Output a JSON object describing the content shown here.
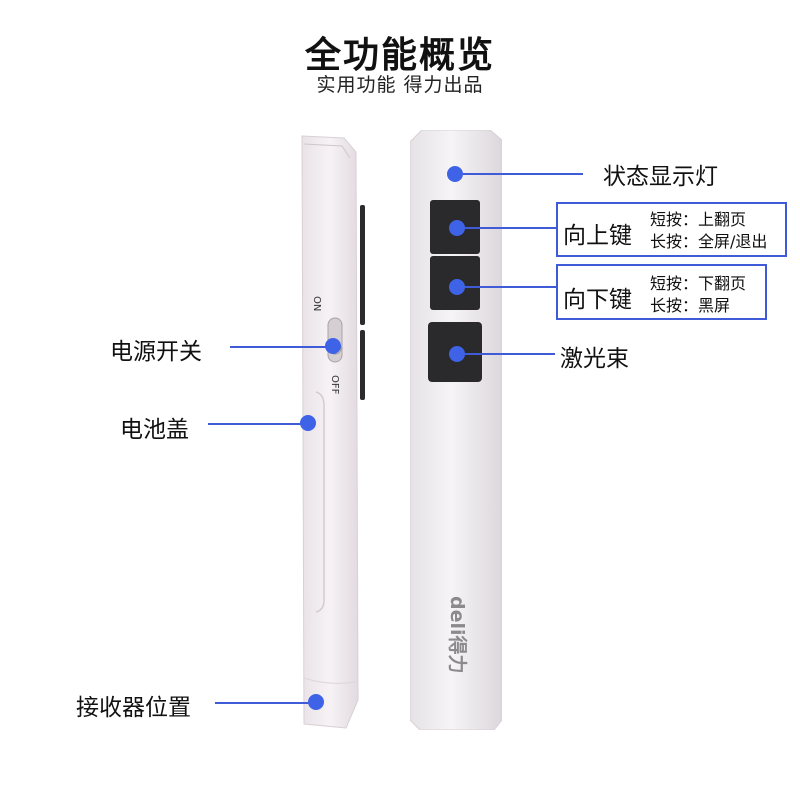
{
  "header": {
    "title": "全功能概览",
    "subtitle": "实用功能  得力出品"
  },
  "side_device": {
    "switch_on": "ON",
    "switch_off": "OFF"
  },
  "front_device": {
    "logo": "deli得力"
  },
  "callouts": {
    "status_light": "状态显示灯",
    "up_key": {
      "name": "向上键",
      "short_press": "短按：上翻页",
      "long_press": "长按：全屏/退出"
    },
    "down_key": {
      "name": "向下键",
      "short_press": "短按：下翻页",
      "long_press": "长按：黑屏"
    },
    "laser": "激光束",
    "power_switch": "电源开关",
    "battery_cover": "电池盖",
    "receiver": "接收器位置"
  },
  "colors": {
    "accent": "#3e63e6",
    "device_body": "#f1ecef",
    "key": "#2a2a2d"
  }
}
